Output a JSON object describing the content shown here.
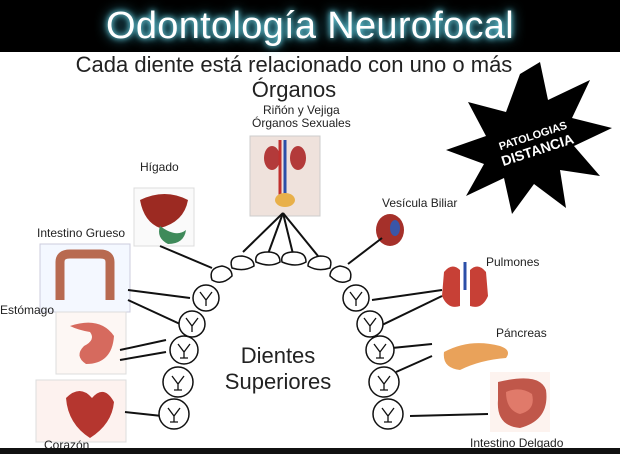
{
  "header": {
    "title": "Odontología Neurofocal"
  },
  "subtitle": {
    "line1": "Cada diente está relacionado con uno o más",
    "line2": "Órganos"
  },
  "badge": {
    "line1": "PATOLOGIAS",
    "line2": "DISTANCIA"
  },
  "organs": {
    "kidney": {
      "line1": "Riñón y Vejiga",
      "line2": "Órganos Sexuales"
    },
    "liver": "Hígado",
    "large_intestine": "Intestino Grueso",
    "stomach": "Estómago",
    "heart": "Corazón",
    "gallbladder": "Vesícula Biliar",
    "lungs": "Pulmones",
    "pancreas": "Páncreas",
    "small_intestine": "Intestino Delgado"
  },
  "center": {
    "line1": "Dientes",
    "line2": "Superiores"
  },
  "colors": {
    "banner": "#000000",
    "glow": "#7ff0ff",
    "badge": "#000000"
  }
}
